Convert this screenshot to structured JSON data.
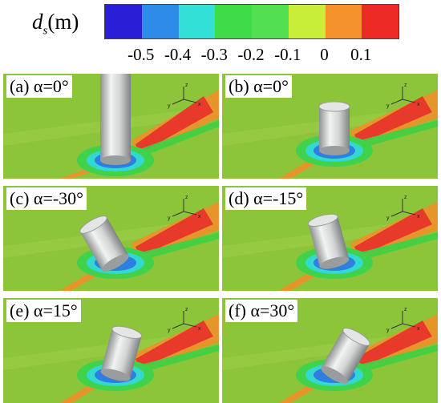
{
  "legend": {
    "quantity": "d",
    "subscript": "s",
    "unit": "(m)",
    "colors": [
      "#2a1fd6",
      "#2f8be8",
      "#33e0d8",
      "#3fdc48",
      "#52e050",
      "#c9ee3a",
      "#f5922b",
      "#ee2a26"
    ],
    "ticks": [
      "-0.5",
      "-0.4",
      "-0.3",
      "-0.2",
      "-0.1",
      "0",
      "0.1"
    ]
  },
  "panels": [
    {
      "label": "(a) α=0°",
      "tilt_deg": 0,
      "type": "tall"
    },
    {
      "label": "(b) α=0°",
      "tilt_deg": 0,
      "type": "short"
    },
    {
      "label": "(c) α=-30°",
      "tilt_deg": -30,
      "type": "short"
    },
    {
      "label": "(d) α=-15°",
      "tilt_deg": -15,
      "type": "short"
    },
    {
      "label": "(e) α=15°",
      "tilt_deg": 15,
      "type": "short"
    },
    {
      "label": "(f) α=30°",
      "tilt_deg": 30,
      "type": "short"
    }
  ],
  "axis_letters": [
    "z",
    "y",
    "x"
  ],
  "colors": {
    "bed": "#8cc43a",
    "cylinder": "#c7c9c9",
    "scour_inner": "#2f7fe0",
    "scour_ring": "#3fd24a"
  }
}
